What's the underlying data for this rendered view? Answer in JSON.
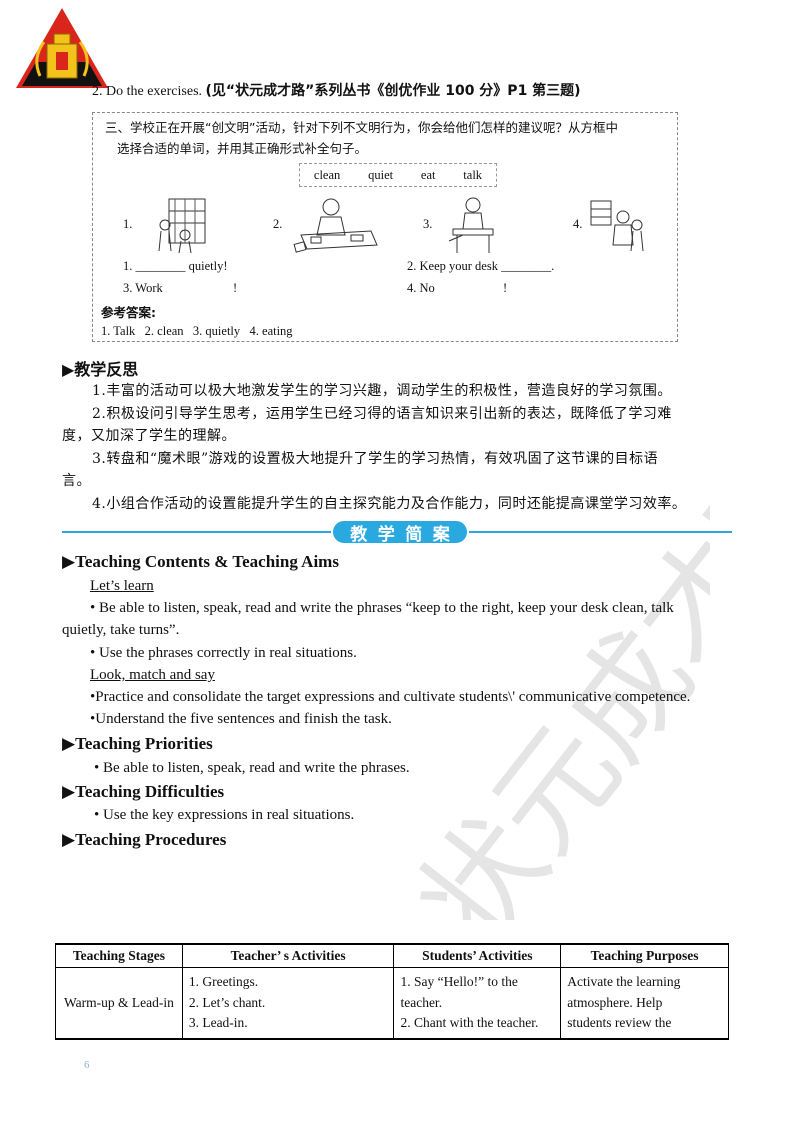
{
  "exercise": {
    "intro": "2. Do the exercises.",
    "source": "(见“状元成才路”系列丛书《创优作业 100 分》P1 第三题)",
    "question_line1": "三、学校正在开展“创文明”活动，针对下列不文明行为，你会给他们怎样的建议呢？从方框中",
    "question_line2": "选择合适的单词，并用其正确形式补全句子。",
    "words": [
      "clean",
      "quiet",
      "eat",
      "talk"
    ],
    "pic_numbers": [
      "1.",
      "2.",
      "3.",
      "4."
    ],
    "sentences": [
      "1. ________ quietly!",
      "2. Keep your desk ________.",
      "3. Work",
      "!",
      "4. No",
      "!"
    ],
    "answer_title": "参考答案:",
    "answers": "1. Talk   2. clean   3. quietly   4. eating"
  },
  "reflection": {
    "title": "▶教学反思",
    "p1": "1.丰富的活动可以极大地激发学生的学习兴趣，调动学生的积极性，营造良好的学习氛围。",
    "p2a": "2.积极设问引导学生思考，运用学生已经习得的语言知识来引出新的表达，既降低了学习难",
    "p2b": "度，又加深了学生的理解。",
    "p3a": "3.转盘和“魔术眼”游戏的设置极大地提升了学生的学习热情，有效巩固了这节课的目标语",
    "p3b": "言。",
    "p4": "4.小组合作活动的设置能提升学生的自主探究能力及合作能力，同时还能提高课堂学习效率。"
  },
  "banner": {
    "chars": [
      "教",
      "学",
      "简",
      "案"
    ]
  },
  "plan": {
    "contents_title": "▶Teaching Contents & Teaching Aims",
    "lets_learn": "Let’s learn",
    "ll_b1a": "• Be able to listen, speak, read and write the phrases “keep to the right, keep your desk clean, talk",
    "ll_b1b": "quietly, take turns”.",
    "ll_b2": "• Use the phrases correctly in real situations.",
    "look_match": "Look, match and say",
    "lm_b1": "•Practice and consolidate the target expressions and cultivate students\\' communicative competence.",
    "lm_b2": "•Understand the five sentences and finish the task.",
    "priorities_title": "▶Teaching Priorities",
    "priorities_b1": "• Be able to listen, speak, read and write the phrases.",
    "difficulties_title": "▶Teaching Difficulties",
    "difficulties_b1": "• Use the key expressions in real situations.",
    "procedures_title": "▶Teaching Procedures"
  },
  "table": {
    "headers": [
      "Teaching Stages",
      "Teacher’ s Activities",
      "Students’ Activities",
      "Teaching Purposes"
    ],
    "row": {
      "stage": "Warm-up & Lead-in",
      "teacher": [
        "1. Greetings.",
        "2. Let’s chant.",
        "3. Lead-in."
      ],
      "students": [
        "1. Say “Hello!” to the",
        "teacher.",
        "2. Chant with the teacher."
      ],
      "purposes": [
        "Activate the learning",
        "atmosphere. Help",
        "students review the"
      ]
    }
  },
  "watermark_text": "状元成才路",
  "page_number": "6",
  "colors": {
    "accent": "#2aa9e0",
    "logo_red": "#d9261c",
    "logo_black": "#111111",
    "logo_gold": "#f3c21b"
  }
}
